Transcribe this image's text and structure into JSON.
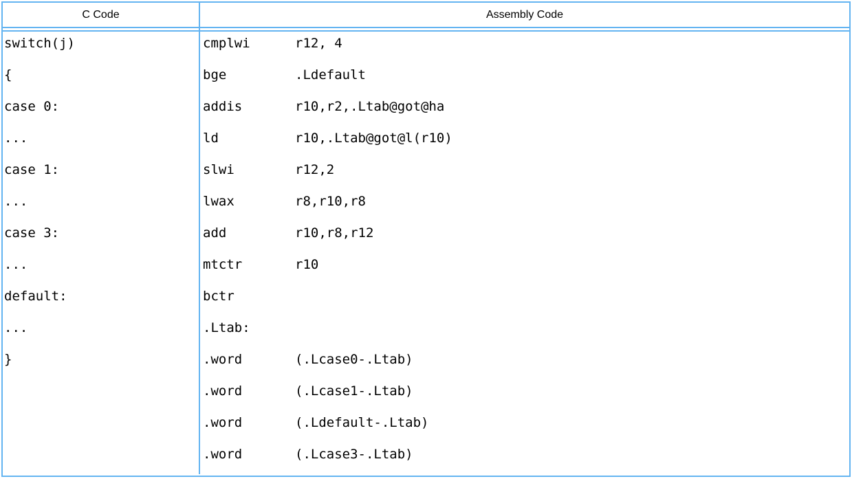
{
  "colors": {
    "border": "#63b4f1",
    "text": "#000000",
    "background": "#ffffff"
  },
  "table": {
    "header": {
      "c_col": "C Code",
      "asm_col": "Assembly Code"
    },
    "c_lines": [
      "switch(j)",
      "{",
      "case 0:",
      "...",
      "case 1:",
      "...",
      "case 3:",
      "...",
      "default:",
      "...",
      "}"
    ],
    "asm_lines": [
      {
        "mnemonic": "cmplwi",
        "operands": "r12, 4"
      },
      {
        "mnemonic": "bge",
        "operands": ".Ldefault"
      },
      {
        "mnemonic": "addis",
        "operands": "r10,r2,.Ltab@got@ha"
      },
      {
        "mnemonic": "ld",
        "operands": "r10,.Ltab@got@l(r10)"
      },
      {
        "mnemonic": "slwi",
        "operands": "r12,2"
      },
      {
        "mnemonic": "lwax",
        "operands": "r8,r10,r8"
      },
      {
        "mnemonic": "add",
        "operands": "r10,r8,r12"
      },
      {
        "mnemonic": "mtctr",
        "operands": "r10"
      },
      {
        "mnemonic": "bctr",
        "operands": ""
      },
      {
        "mnemonic": ".Ltab:",
        "operands": ""
      },
      {
        "mnemonic": ".word",
        "operands": "(.Lcase0-.Ltab)"
      },
      {
        "mnemonic": ".word",
        "operands": "(.Lcase1-.Ltab)"
      },
      {
        "mnemonic": ".word",
        "operands": "(.Ldefault-.Ltab)"
      },
      {
        "mnemonic": ".word",
        "operands": "(.Lcase3-.Ltab)"
      }
    ]
  }
}
